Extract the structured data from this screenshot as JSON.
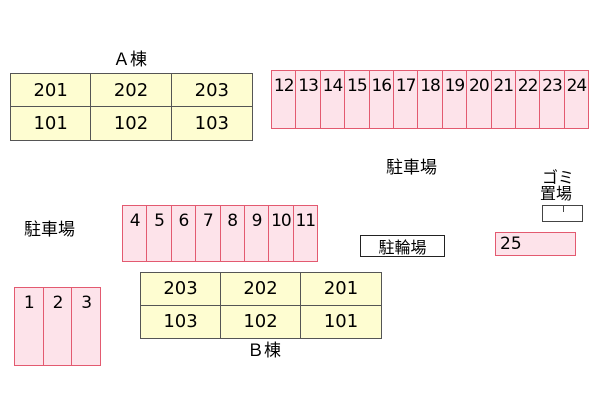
{
  "building_a": {
    "label": "Ａ棟",
    "upper": [
      "201",
      "202",
      "203"
    ],
    "lower": [
      "101",
      "102",
      "103"
    ]
  },
  "building_b": {
    "label": "Ｂ棟",
    "upper": [
      "203",
      "202",
      "201"
    ],
    "lower": [
      "103",
      "102",
      "101"
    ]
  },
  "parking_labels": {
    "center": "駐車場",
    "left": "駐車場"
  },
  "bike_parking": "駐輪場",
  "garbage": {
    "line1": "ゴミ",
    "line2": "置場"
  },
  "lot_top": [
    "12",
    "13",
    "14",
    "15",
    "16",
    "17",
    "18",
    "19",
    "20",
    "21",
    "22",
    "23",
    "24"
  ],
  "lot_mid": [
    "4",
    "5",
    "6",
    "7",
    "8",
    "9",
    "10",
    "11"
  ],
  "lot_left": [
    "1",
    "2",
    "3"
  ],
  "single_space": "25"
}
